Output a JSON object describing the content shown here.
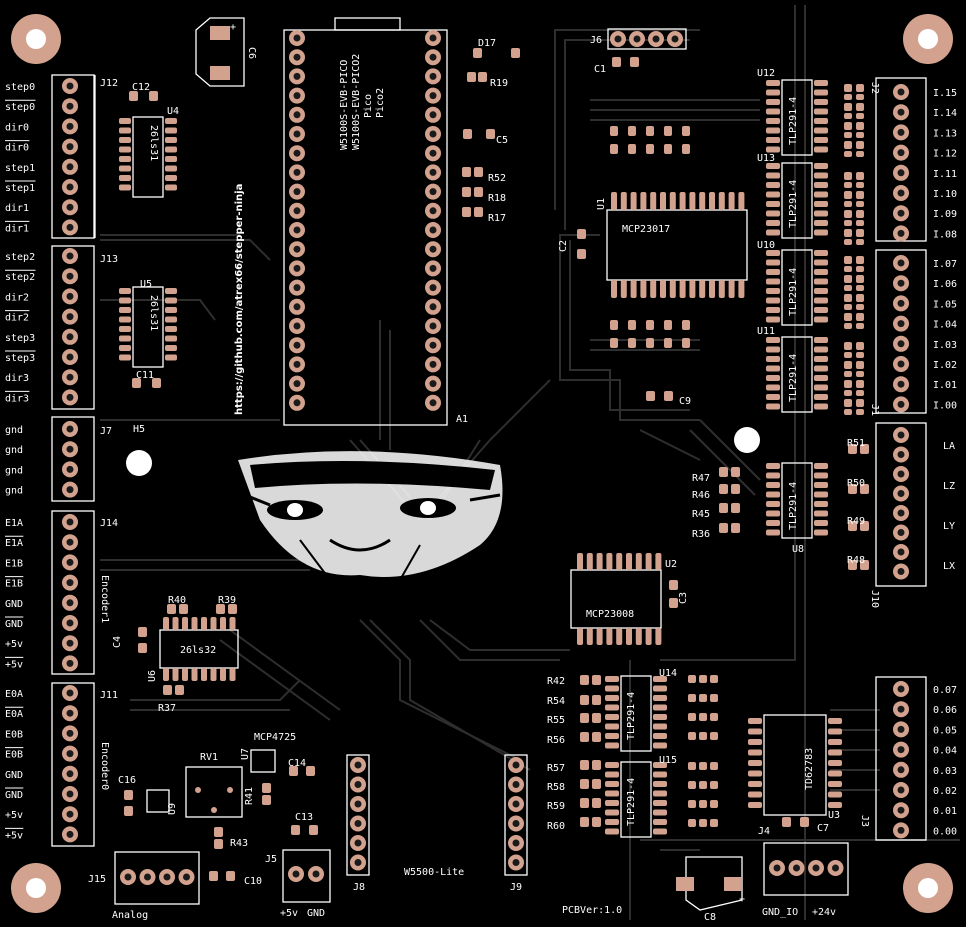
{
  "board": {
    "pcb_version": "PCBVer:1.0",
    "url": "https://github.com/atrex66/stepper-ninja",
    "w5500_label": "W5500-Lite",
    "colors": {
      "background": "#000000",
      "copper_pad": "#d3a28e",
      "silkscreen": "#ffffff",
      "trace": "#2e2e2e"
    }
  },
  "module_a1": {
    "ref": "A1",
    "lines": [
      "W5100S-EVB-PICO",
      "W5100S-EVB-PICO2",
      "Pico",
      "Pico2"
    ]
  },
  "connectors": {
    "J12": {
      "ref": "J12",
      "pins": [
        "step0",
        "step0",
        "dir0",
        "dir0",
        "step1",
        "step1",
        "dir1",
        "dir1"
      ]
    },
    "J13": {
      "ref": "J13",
      "pins": [
        "step2",
        "step2",
        "dir2",
        "dir2",
        "step3",
        "step3",
        "dir3",
        "dir3"
      ]
    },
    "J7": {
      "ref": "J7",
      "pins": [
        "gnd",
        "gnd",
        "gnd",
        "gnd"
      ]
    },
    "J14": {
      "ref": "J14",
      "title": "Encoder1",
      "pins": [
        "E1A",
        "E1A",
        "E1B",
        "E1B",
        "GND",
        "GND",
        "+5v",
        "+5v"
      ]
    },
    "J11": {
      "ref": "J11",
      "title": "Encoder0",
      "pins": [
        "E0A",
        "E0A",
        "E0B",
        "E0B",
        "GND",
        "GND",
        "+5v",
        "+5v"
      ]
    },
    "J2": {
      "ref": "J2",
      "pins": [
        "I.15",
        "I.14",
        "I.13",
        "I.12",
        "I.11",
        "I.10",
        "I.09",
        "I.08"
      ]
    },
    "J1": {
      "ref": "J1",
      "pins": [
        "I.07",
        "I.06",
        "I.05",
        "I.04",
        "I.03",
        "I.02",
        "I.01",
        "I.00"
      ]
    },
    "J10": {
      "ref": "J10",
      "pins": [
        "LA",
        "LZ",
        "LY",
        "LX"
      ]
    },
    "J3": {
      "ref": "J3",
      "pins": [
        "0.07",
        "0.06",
        "0.05",
        "0.04",
        "0.03",
        "0.02",
        "0.01",
        "0.00"
      ]
    },
    "J15": {
      "ref": "J15",
      "label": "Analog"
    },
    "J5": {
      "ref": "J5",
      "label_a": "+5v",
      "label_b": "GND"
    },
    "J4": {
      "ref": "J4",
      "label_a": "GND_IO",
      "label_b": "+24v"
    },
    "J6": {
      "ref": "J6"
    },
    "J8": {
      "ref": "J8"
    },
    "J9": {
      "ref": "J9"
    }
  },
  "ics": {
    "U1": {
      "ref": "U1",
      "part": "MCP23017"
    },
    "U2": {
      "ref": "U2",
      "part": "MCP23008"
    },
    "U3": {
      "ref": "U3",
      "part": "TD62783"
    },
    "U4": {
      "ref": "U4",
      "part": "26ls31"
    },
    "U5": {
      "ref": "U5",
      "part": "26ls31"
    },
    "U6": {
      "ref": "U6",
      "part": "26ls32"
    },
    "U7": {
      "ref": "U7",
      "part": "MCP4725"
    },
    "U8": {
      "ref": "U8",
      "part": "TLP291-4"
    },
    "U10": {
      "ref": "U10",
      "part": "TLP291-4"
    },
    "U11": {
      "ref": "U11",
      "part": "TLP291-4"
    },
    "U12": {
      "ref": "U12",
      "part": "TLP291-4"
    },
    "U13": {
      "ref": "U13",
      "part": "TLP291-4"
    },
    "U14": {
      "ref": "U14",
      "part": "TLP291-4"
    },
    "U15": {
      "ref": "U15",
      "part": "TLP291-4"
    },
    "U9": {
      "ref": "U9"
    }
  },
  "refs": {
    "D17": "D17",
    "R19": "R19",
    "C5": "C5",
    "R52": "R52",
    "R18": "R18",
    "R17": "R17",
    "C1": "C1",
    "C2": "C2",
    "C3": "C3",
    "C4": "C4",
    "C6": "C6",
    "C7": "C7",
    "C8": "C8",
    "C9": "C9",
    "C10": "C10",
    "C11": "C11",
    "C12": "C12",
    "C13": "C13",
    "C14": "C14",
    "C16": "C16",
    "R36": "R36",
    "R37": "R37",
    "R39": "R39",
    "R40": "R40",
    "R41": "R41",
    "R42": "R42",
    "R43": "R43",
    "R45": "R45",
    "R46": "R46",
    "R47": "R47",
    "R48": "R48",
    "R49": "R49",
    "R50": "R50",
    "R51": "R51",
    "R54": "R54",
    "R55": "R55",
    "R56": "R56",
    "R57": "R57",
    "R58": "R58",
    "R59": "R59",
    "R60": "R60",
    "RV1": "RV1",
    "H5": "H5",
    "plus": "+"
  }
}
